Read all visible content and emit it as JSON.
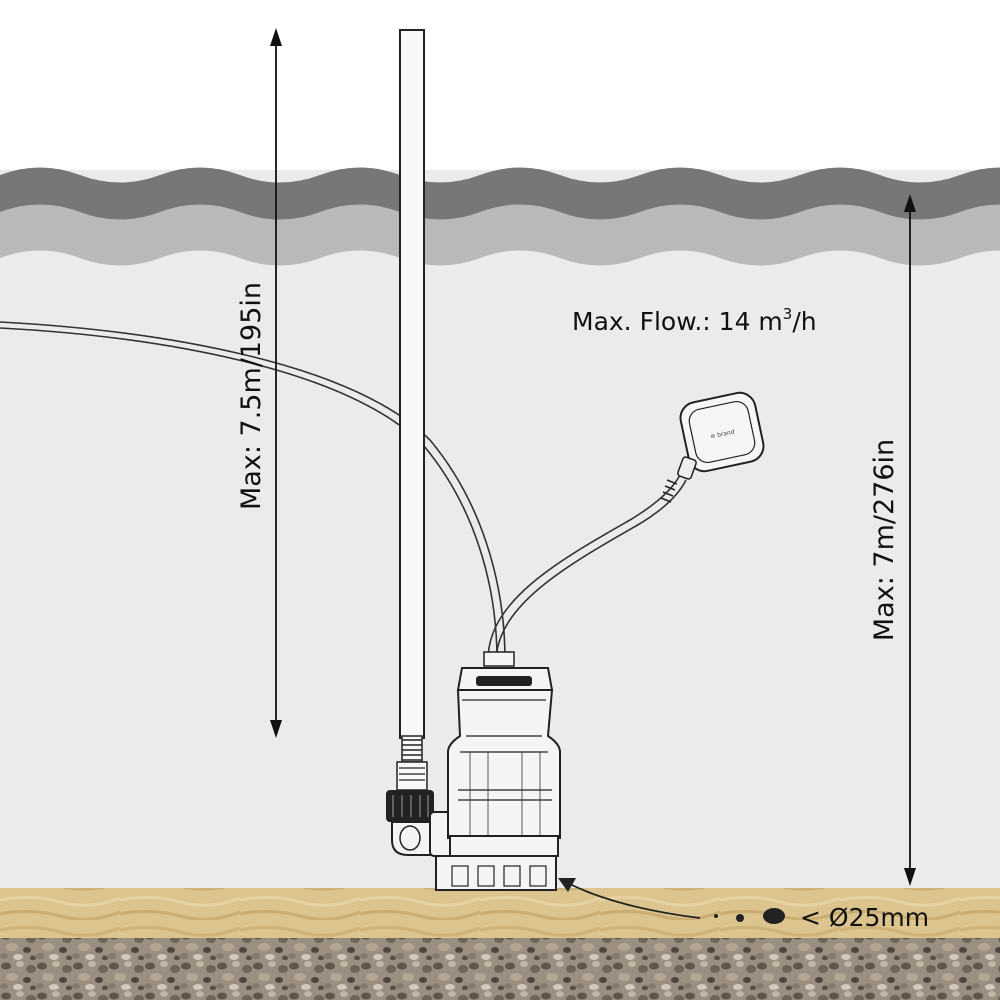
{
  "labels": {
    "max_flow_prefix": "Max. Flow.: 14 m",
    "max_flow_sup": "3",
    "max_flow_suffix": "/h",
    "delivery_height": "Max: 7.5m/195in",
    "immersion_depth": "Max: 7m/276in",
    "particle_size": "< Ø25mm"
  },
  "colors": {
    "water": "#ebebeb",
    "wave_dark": "#777777",
    "wave_light": "#b9b9b9",
    "sand": "#d9c089",
    "gravel": "#8a7f72",
    "line": "#222222"
  },
  "icons": [
    "pump",
    "float-switch",
    "discharge-hose",
    "elbow-fitting",
    "power-cable",
    "dimension-arrow",
    "pointer-arrow",
    "particle-dots"
  ]
}
